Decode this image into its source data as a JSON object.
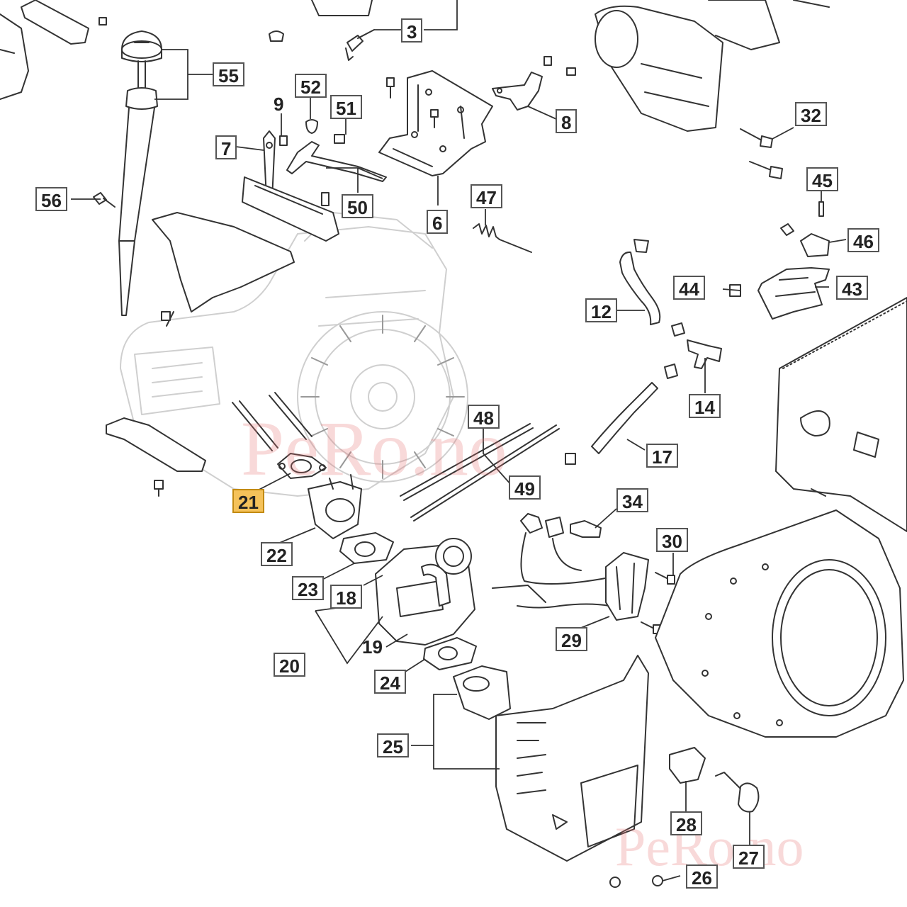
{
  "diagram": {
    "highlighted_part": "21",
    "colors": {
      "line": "#333333",
      "ghost": "#c8c8c8",
      "highlight": "#f5c25a",
      "watermark": "#e67878"
    },
    "watermark": "PeRo.no",
    "labels": {
      "p3": "3",
      "p6": "6",
      "p7": "7",
      "p8": "8",
      "p9": "9",
      "p12": "12",
      "p14": "14",
      "p17": "17",
      "p18": "18",
      "p19": "19",
      "p20": "20",
      "p21": "21",
      "p22": "22",
      "p23": "23",
      "p24": "24",
      "p25": "25",
      "p26": "26",
      "p27": "27",
      "p28": "28",
      "p29": "29",
      "p30": "30",
      "p32": "32",
      "p34": "34",
      "p43": "43",
      "p44": "44",
      "p45": "45",
      "p46": "46",
      "p47": "47",
      "p48": "48",
      "p49": "49",
      "p50": "50",
      "p51": "51",
      "p52": "52",
      "p55": "55",
      "p56": "56"
    }
  }
}
